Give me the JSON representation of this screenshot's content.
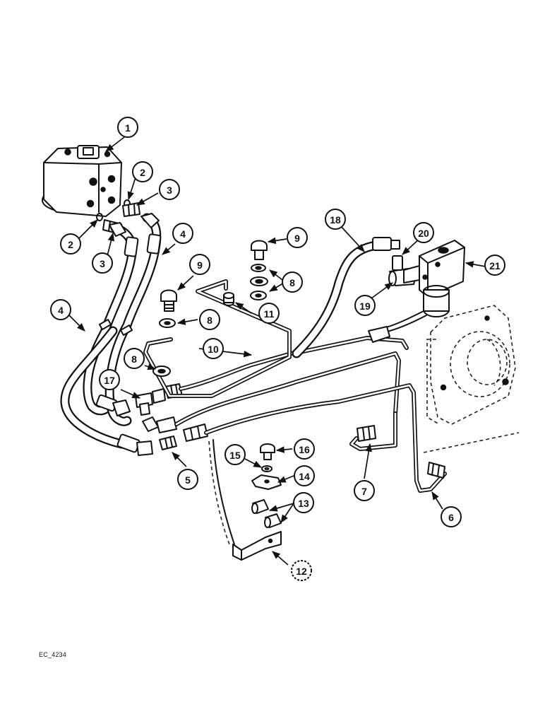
{
  "figure": {
    "reference_code": "EC_4234",
    "callouts": [
      "1",
      "2",
      "2",
      "3",
      "3",
      "4",
      "4",
      "5",
      "6",
      "7",
      "8",
      "8",
      "8",
      "9",
      "9",
      "10",
      "11",
      "12",
      "13",
      "14",
      "15",
      "16",
      "17",
      "18",
      "19",
      "20",
      "21"
    ]
  }
}
